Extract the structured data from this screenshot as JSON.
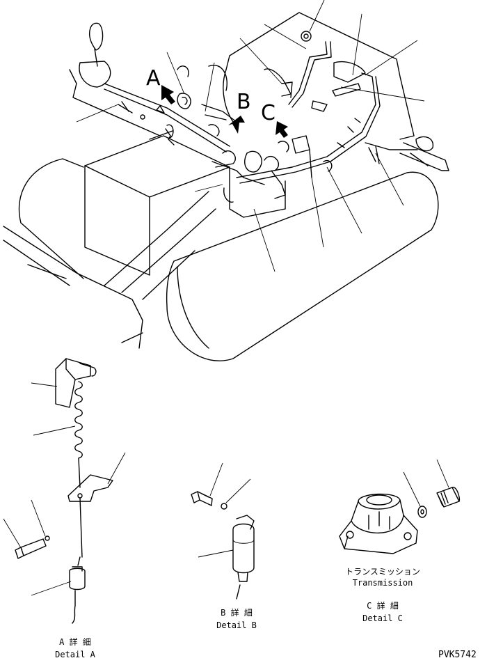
{
  "labels": {
    "view_a": "A",
    "view_b": "B",
    "view_c": "C"
  },
  "details": {
    "a_jp": "A 詳 細",
    "a_en": "Detail A",
    "b_jp": "B 詳 細",
    "b_en": "Detail B",
    "c_jp": "C 詳 細",
    "c_en": "Detail C",
    "c_part_jp": "トランスミッション",
    "c_part_en": "Transmission"
  },
  "drawing_id": "PVK5742",
  "colors": {
    "ink": "#000000",
    "paper": "#ffffff"
  }
}
